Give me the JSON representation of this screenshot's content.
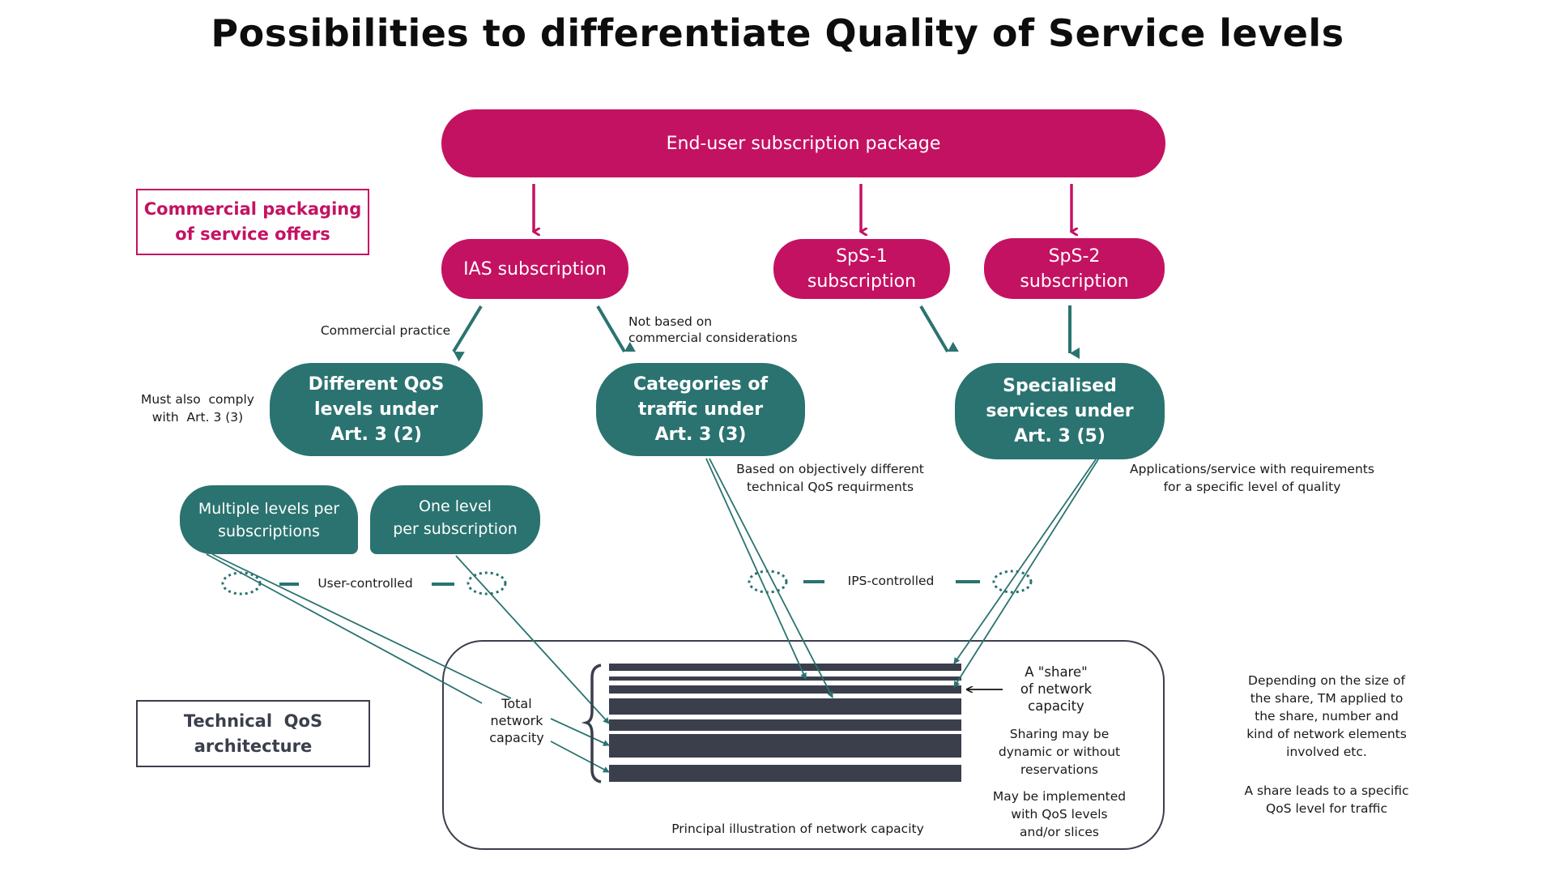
{
  "title": "Possibilities to differentiate Quality of Service levels",
  "colors": {
    "commercial": "#c41262",
    "technical": "#2a7370",
    "capacity_bars": "#3b3f4c",
    "frame": "#3b3f4c"
  },
  "section_labels": {
    "commercial": [
      "Commercial packaging",
      "of service offers"
    ],
    "technical": [
      "Technical  QoS",
      "architecture"
    ]
  },
  "top_package": "End-user subscription package",
  "subscriptions": [
    {
      "id": "ias",
      "lines": [
        "IAS subscription"
      ]
    },
    {
      "id": "sps1",
      "lines": [
        "SpS-1",
        "subscription"
      ]
    },
    {
      "id": "sps2",
      "lines": [
        "SpS-2",
        "subscription"
      ]
    }
  ],
  "categories": [
    {
      "id": "qos-levels",
      "lines": [
        "Different QoS",
        "levels under",
        "Art. 3 (2)"
      ]
    },
    {
      "id": "traffic-categories",
      "lines": [
        "Categories of",
        "traffic under",
        "Art. 3 (3)"
      ]
    },
    {
      "id": "specialised-services",
      "lines": [
        "Specialised",
        "services under",
        "Art. 3 (5)"
      ]
    }
  ],
  "level_options": [
    {
      "id": "multiple",
      "lines": [
        "Multiple levels per",
        "subscriptions"
      ]
    },
    {
      "id": "one",
      "lines": [
        "One level",
        "per subscription"
      ]
    }
  ],
  "annotations": {
    "commercial_practice": "Commercial practice",
    "not_commercial": [
      "Not based on",
      "commercial considerations"
    ],
    "must_comply": [
      "Must also  comply",
      "with  Art. 3 (3)"
    ],
    "objective_requirements": [
      "Based on objectively different",
      "technical QoS requirments"
    ],
    "applications": [
      "Applications/service with requirements",
      "for a specific level of quality"
    ],
    "user_controlled": "User-controlled",
    "ips_controlled": "IPS-controlled",
    "total_capacity": [
      "Total",
      "network",
      "capacity"
    ],
    "share": [
      "A \"share\"",
      "of network",
      "capacity"
    ],
    "sharing": [
      "Sharing may be",
      "dynamic or without",
      "reservations"
    ],
    "implemented": [
      "May be implemented",
      "with QoS levels",
      "and/or slices"
    ],
    "illustration_caption": "Principal illustration of network capacity",
    "side_note_1": [
      "Depending on the size of",
      "the share, TM applied to",
      "the share, number and",
      "kind of network elements",
      "involved etc."
    ],
    "side_note_2": [
      "A share leads to a specific",
      "QoS level for traffic"
    ]
  },
  "capacity_shares": 7
}
